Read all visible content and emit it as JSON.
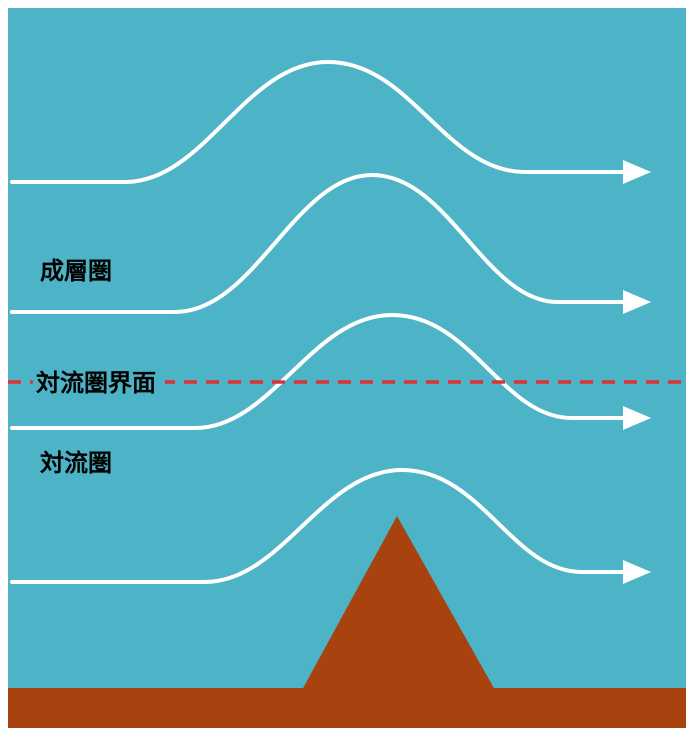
{
  "diagram": {
    "type": "atmospheric-layers-airflow-over-mountain",
    "labels": {
      "stratosphere": "成層圏",
      "tropopause": "対流圏界面",
      "troposphere": "対流圏"
    },
    "colors": {
      "sky": "#4db3c6",
      "ground": "#a8430f",
      "mountain": "#a8430f",
      "tropopause_line": "#dd3333",
      "streamline": "#ffffff",
      "label_text": "#000000"
    }
  }
}
